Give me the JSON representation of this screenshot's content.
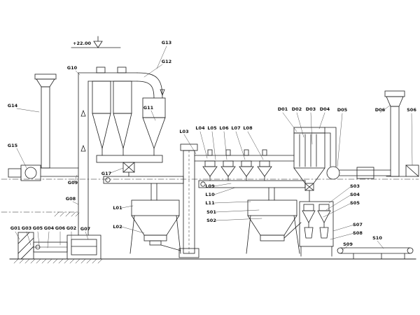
{
  "colors": {
    "line": "#1f1f1f",
    "background": "#ffffff"
  },
  "labels": {
    "elevation": "+22.00",
    "g01": "G01",
    "g02": "G02",
    "g03": "G03",
    "g04": "G04",
    "g05": "G05",
    "g06": "G06",
    "g07": "G07",
    "g08": "G08",
    "g09": "G09",
    "g10": "G10",
    "g11": "G11",
    "g12": "G12",
    "g13": "G13",
    "g14": "G14",
    "g15": "G15",
    "g17": "G17",
    "l01": "L01",
    "l02": "L02",
    "l03": "L03",
    "l04": "L04",
    "l05": "L05",
    "l06": "L06",
    "l07": "L07",
    "l08": "L08",
    "l09": "L09",
    "l10": "L10",
    "l11": "L11",
    "d01": "D01",
    "d02": "D02",
    "d03": "D03",
    "d04": "D04",
    "d05": "D05",
    "d06": "D06",
    "s01": "S01",
    "s02": "S02",
    "s03": "S03",
    "s04": "S04",
    "s05": "S05",
    "s06": "S06",
    "s07": "S07",
    "s08": "S08",
    "s09": "S09",
    "s10": "S10"
  }
}
